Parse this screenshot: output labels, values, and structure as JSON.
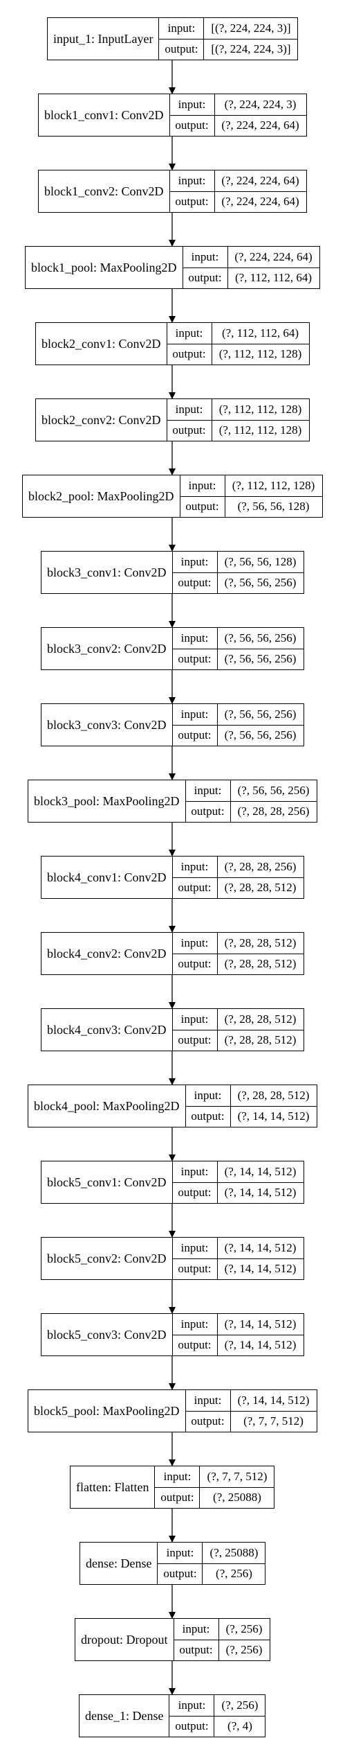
{
  "colors": {
    "stroke": "#000000",
    "background": "#ffffff"
  },
  "labels": {
    "input": "input:",
    "output": "output:"
  },
  "layers": [
    {
      "name": "input_1: InputLayer",
      "input": "[(?, 224, 224, 3)]",
      "output": "[(?, 224, 224, 3)]"
    },
    {
      "name": "block1_conv1: Conv2D",
      "input": "(?, 224, 224, 3)",
      "output": "(?, 224, 224, 64)"
    },
    {
      "name": "block1_conv2: Conv2D",
      "input": "(?, 224, 224, 64)",
      "output": "(?, 224, 224, 64)"
    },
    {
      "name": "block1_pool: MaxPooling2D",
      "input": "(?, 224, 224, 64)",
      "output": "(?, 112, 112, 64)"
    },
    {
      "name": "block2_conv1: Conv2D",
      "input": "(?, 112, 112, 64)",
      "output": "(?, 112, 112, 128)"
    },
    {
      "name": "block2_conv2: Conv2D",
      "input": "(?, 112, 112, 128)",
      "output": "(?, 112, 112, 128)"
    },
    {
      "name": "block2_pool: MaxPooling2D",
      "input": "(?, 112, 112, 128)",
      "output": "(?, 56, 56, 128)"
    },
    {
      "name": "block3_conv1: Conv2D",
      "input": "(?, 56, 56, 128)",
      "output": "(?, 56, 56, 256)"
    },
    {
      "name": "block3_conv2: Conv2D",
      "input": "(?, 56, 56, 256)",
      "output": "(?, 56, 56, 256)"
    },
    {
      "name": "block3_conv3: Conv2D",
      "input": "(?, 56, 56, 256)",
      "output": "(?, 56, 56, 256)"
    },
    {
      "name": "block3_pool: MaxPooling2D",
      "input": "(?, 56, 56, 256)",
      "output": "(?, 28, 28, 256)"
    },
    {
      "name": "block4_conv1: Conv2D",
      "input": "(?, 28, 28, 256)",
      "output": "(?, 28, 28, 512)"
    },
    {
      "name": "block4_conv2: Conv2D",
      "input": "(?, 28, 28, 512)",
      "output": "(?, 28, 28, 512)"
    },
    {
      "name": "block4_conv3: Conv2D",
      "input": "(?, 28, 28, 512)",
      "output": "(?, 28, 28, 512)"
    },
    {
      "name": "block4_pool: MaxPooling2D",
      "input": "(?, 28, 28, 512)",
      "output": "(?, 14, 14, 512)"
    },
    {
      "name": "block5_conv1: Conv2D",
      "input": "(?, 14, 14, 512)",
      "output": "(?, 14, 14, 512)"
    },
    {
      "name": "block5_conv2: Conv2D",
      "input": "(?, 14, 14, 512)",
      "output": "(?, 14, 14, 512)"
    },
    {
      "name": "block5_conv3: Conv2D",
      "input": "(?, 14, 14, 512)",
      "output": "(?, 14, 14, 512)"
    },
    {
      "name": "block5_pool: MaxPooling2D",
      "input": "(?, 14, 14, 512)",
      "output": "(?, 7, 7, 512)"
    },
    {
      "name": "flatten: Flatten",
      "input": "(?, 7, 7, 512)",
      "output": "(?, 25088)"
    },
    {
      "name": "dense: Dense",
      "input": "(?, 25088)",
      "output": "(?, 256)"
    },
    {
      "name": "dropout: Dropout",
      "input": "(?, 256)",
      "output": "(?, 256)"
    },
    {
      "name": "dense_1: Dense",
      "input": "(?, 256)",
      "output": "(?, 4)"
    }
  ]
}
